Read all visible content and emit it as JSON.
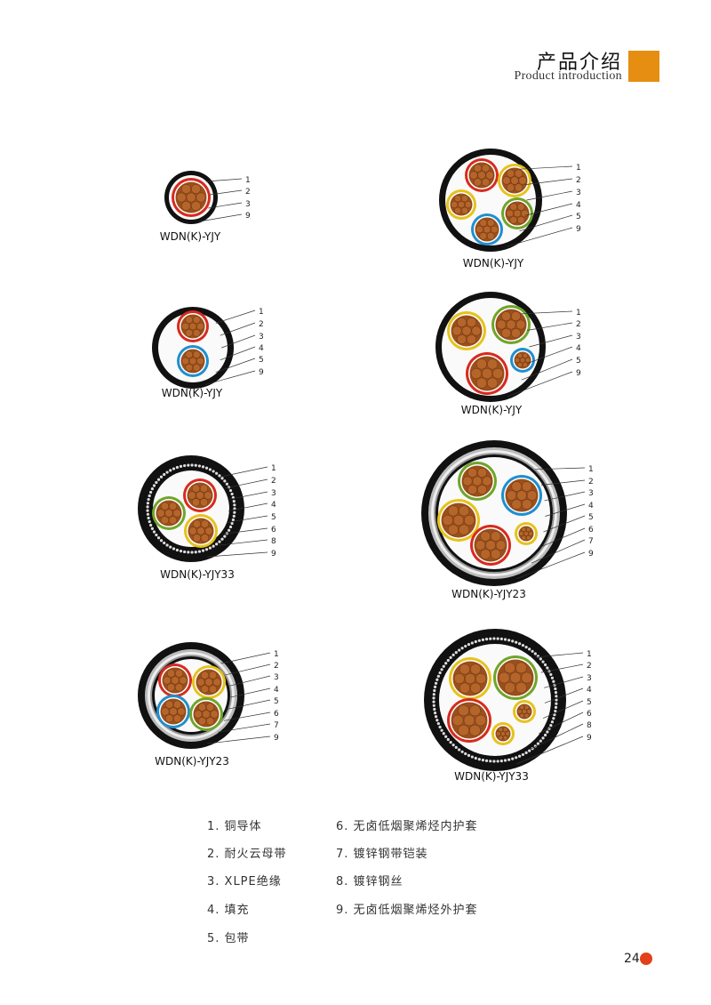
{
  "header": {
    "title_cn": "产品介绍",
    "title_en": "Product introduction",
    "accent": "#E58E12"
  },
  "cables": [
    {
      "model": "WDN(K)-YJY",
      "type": "plain",
      "labels": [
        "1",
        "2",
        "3",
        "9"
      ],
      "cores": [
        "#d62b1e"
      ]
    },
    {
      "model": "WDN(K)-YJY",
      "type": "plain",
      "labels": [
        "1",
        "2",
        "3",
        "4",
        "5",
        "9"
      ],
      "cores": [
        "#d62b1e",
        "#e6c21c",
        "#e6c21c",
        "#6fa52a",
        "#1f8fcf"
      ]
    },
    {
      "model": "WDN(K)-YJY",
      "type": "plain",
      "labels": [
        "1",
        "2",
        "3",
        "4",
        "5",
        "9"
      ],
      "cores": [
        "#d62b1e",
        "#1f8fcf"
      ]
    },
    {
      "model": "WDN(K)-YJY",
      "type": "plain",
      "labels": [
        "1",
        "2",
        "3",
        "4",
        "5",
        "9"
      ],
      "cores": [
        "#e6c21c",
        "#6fa52a",
        "#d62b1e",
        "#1f8fcf"
      ]
    },
    {
      "model": "WDN(K)-YJY33",
      "type": "wire",
      "labels": [
        "1",
        "2",
        "3",
        "4",
        "5",
        "6",
        "8",
        "9"
      ],
      "cores": [
        "#d62b1e",
        "#6fa52a",
        "#e6c21c"
      ]
    },
    {
      "model": "WDN(K)-YJY23",
      "type": "tape",
      "labels": [
        "1",
        "2",
        "3",
        "4",
        "5",
        "6",
        "7",
        "9"
      ],
      "cores": [
        "#6fa52a",
        "#1f8fcf",
        "#e6c21c",
        "#d62b1e",
        "#e6c21c"
      ]
    },
    {
      "model": "WDN(K)-YJY23",
      "type": "tape",
      "labels": [
        "1",
        "2",
        "3",
        "4",
        "5",
        "6",
        "7",
        "9"
      ],
      "cores": [
        "#d62b1e",
        "#e6c21c",
        "#1f8fcf",
        "#6fa52a"
      ]
    },
    {
      "model": "WDN(K)-YJY33",
      "type": "wire",
      "labels": [
        "1",
        "2",
        "3",
        "4",
        "5",
        "6",
        "8",
        "9"
      ],
      "cores": [
        "#e6c21c",
        "#6fa52a",
        "#d62b1e",
        "#e6c21c",
        "#e6c21c"
      ]
    }
  ],
  "legend": {
    "left": [
      "1. 铜导体",
      "2. 耐火云母带",
      "3. XLPE绝缘",
      "4. 填充",
      "5. 包带"
    ],
    "right": [
      "6. 无卤低烟聚烯烃内护套",
      "7. 镀锌钢带铠装",
      "8. 镀锌钢丝",
      "9. 无卤低烟聚烯烃外护套"
    ]
  },
  "footer": {
    "page": "24",
    "badge_color": "#e2401a"
  }
}
